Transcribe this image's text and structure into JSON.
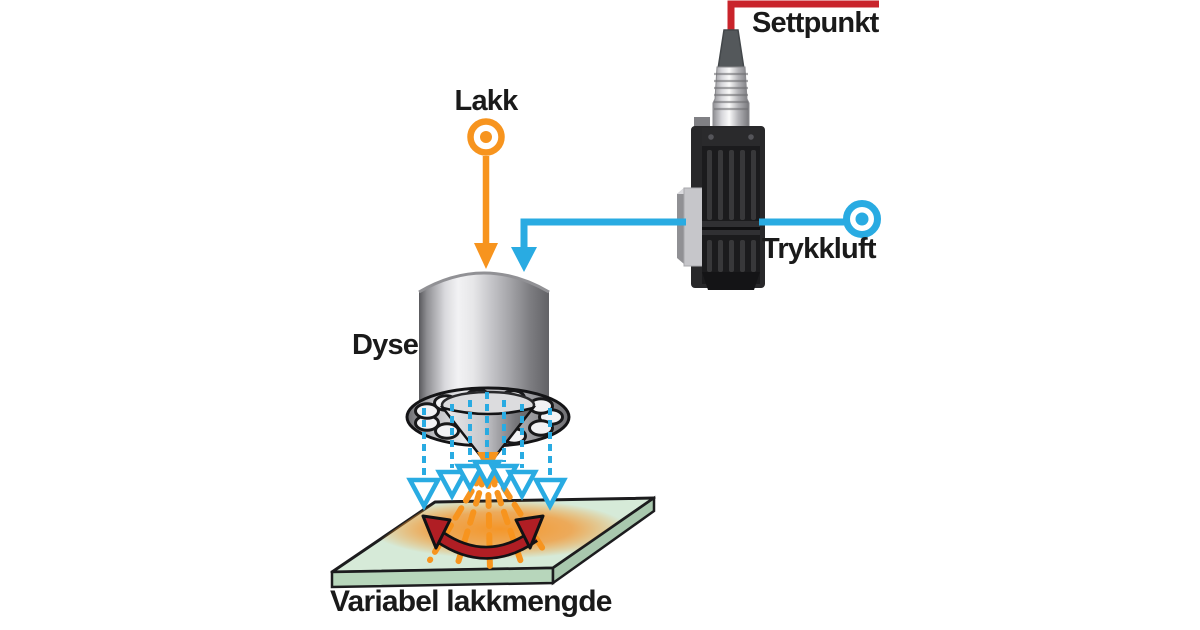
{
  "diagram": {
    "labels": {
      "paint": "Lakk",
      "setpoint": "Settpunkt",
      "compressed_air": "Trykkluft",
      "nozzle": "Dyse",
      "variable_amount": "Variabel lakkmengde"
    },
    "colors": {
      "paint_orange": "#F7941E",
      "air_blue": "#29ABE2",
      "setpoint_red": "#C9242B",
      "motion_arrow_red": "#B01E24",
      "text": "#1A1A1A",
      "background": "#FFFFFF"
    },
    "icons": {
      "paint_source": "circle-dot-icon",
      "air_source": "circle-dot-icon"
    }
  }
}
